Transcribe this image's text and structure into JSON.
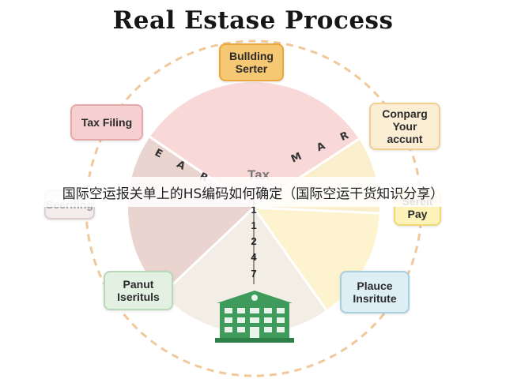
{
  "title": "Real Estase Process",
  "nodes": {
    "top": "Bullding\nSerter",
    "upper_left": "Tax Filing",
    "upper_right": "Conparg\nYour\naccunt",
    "middle_left": "Seerifing",
    "middle_right": "Sereit\nPay",
    "lower_left": "Panut\nIserituls",
    "lower_right": "Plauce\nInsritute"
  },
  "segment_labels": {
    "left": "E A R",
    "right": "M A R"
  },
  "center": {
    "word": "Tax",
    "word2": "ay",
    "numbers": [
      "1",
      "1",
      "2",
      "4",
      "7"
    ]
  },
  "overlay_caption": "国际空运报关单上的HS编码如何确定（国际空运干货知识分享）",
  "colors": {
    "segment_top": "#f8d9d8",
    "segment_upper_right": "#fbeecd",
    "segment_lower_right": "#fdf3cf",
    "segment_bottom": "#f2eee6",
    "segment_left": "#ead4cf",
    "ring_dash": "#f0c89a",
    "building": "#3f9b5b"
  },
  "icons": {
    "bottom": "bank-building-icon"
  }
}
